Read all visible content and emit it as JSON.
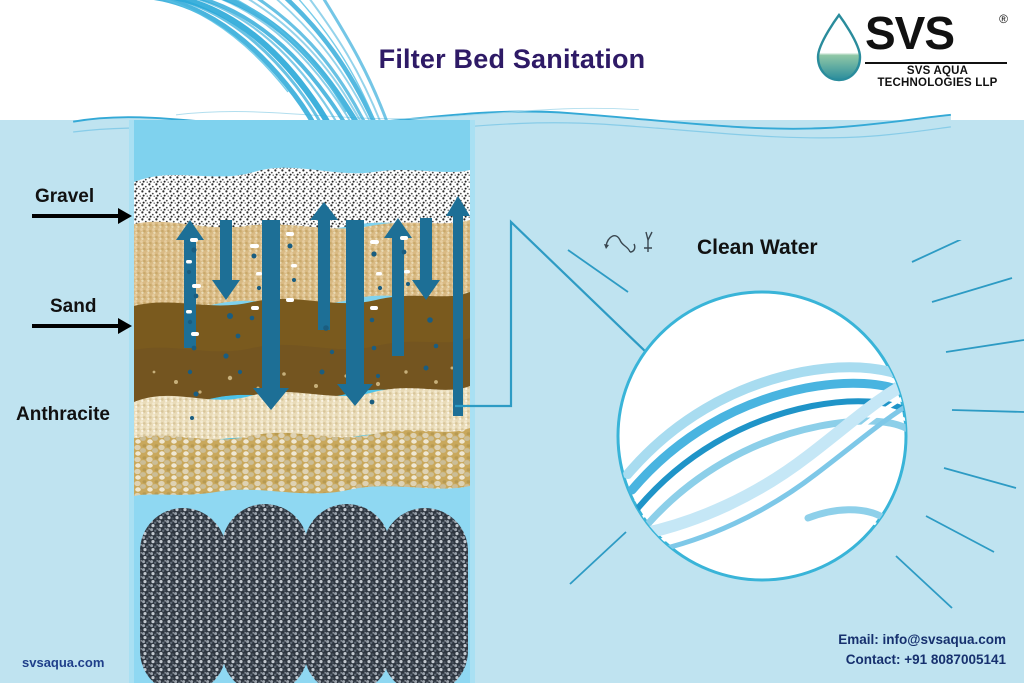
{
  "page": {
    "title": "Filter Bed Sanitation",
    "background_color": "#bfe3f0",
    "title_color": "#2e1a66"
  },
  "logo": {
    "wordmark": "SVS",
    "registered_mark": "®",
    "tagline": "SVS AQUA TECHNOLOGIES LLP",
    "droplet_icon": "water-droplet-icon"
  },
  "diagram": {
    "labels": [
      {
        "id": "gravel",
        "text": "Gravel",
        "has_arrow": true
      },
      {
        "id": "sand",
        "text": "Sand",
        "has_arrow": true
      },
      {
        "id": "anthracite",
        "text": "Anthracite",
        "has_arrow": false
      }
    ],
    "clean_water_label": "Clean Water",
    "media_layers": [
      {
        "name": "gravel-white-layer",
        "color": "#ffffff"
      },
      {
        "name": "sand-tan-layer",
        "color": "#d7b680"
      },
      {
        "name": "anthracite-dark-layer",
        "color": "#7a5a1e"
      },
      {
        "name": "fine-sand-layer",
        "color": "#e8d9b4"
      },
      {
        "name": "coarse-gravel-layer",
        "color": "#c8a95e"
      },
      {
        "name": "activated-carbon-layer",
        "color": "#3c4450"
      }
    ],
    "water_colors": {
      "upper": "#7fd2ee",
      "middle": "#4cc3e9",
      "lower": "#8fd8f2",
      "stream": "#29a8d8",
      "arrow": "#1d6f96"
    },
    "flow_arrows": [
      {
        "direction": "up"
      },
      {
        "direction": "down"
      },
      {
        "direction": "down"
      },
      {
        "direction": "up"
      },
      {
        "direction": "down"
      },
      {
        "direction": "up"
      },
      {
        "direction": "down"
      },
      {
        "direction": "up"
      }
    ],
    "callout_circle": {
      "name": "clean-water-circle",
      "border_color": "#39b4d8",
      "fill_color": "#ffffff",
      "ray_count": 9
    },
    "carbon_blocks": 4,
    "bird_icons": 2
  },
  "footer": {
    "website": "svsaqua.com",
    "email": "Email: info@svsaqua.com",
    "contact": "Contact: +91 8087005141",
    "website_color": "#1f3f8a",
    "contact_color": "#16306e"
  }
}
